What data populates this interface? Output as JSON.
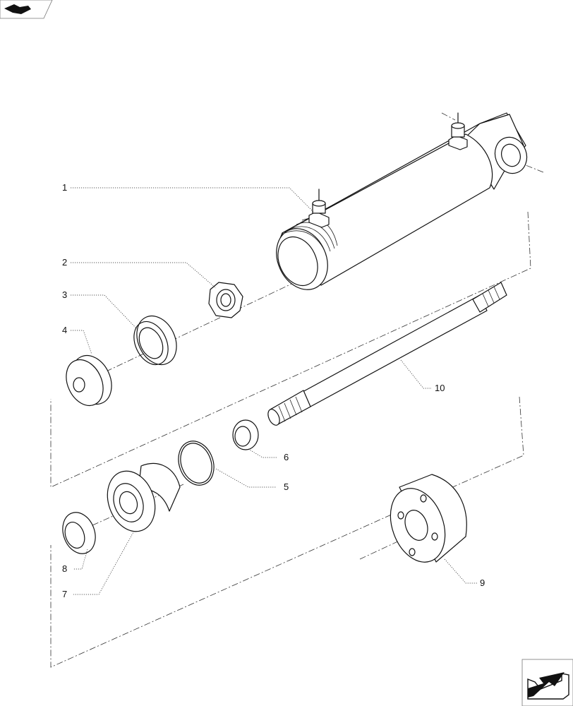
{
  "callouts": {
    "c1": "1",
    "c2": "2",
    "c3": "3",
    "c4": "4",
    "c5": "5",
    "c6": "6",
    "c7": "7",
    "c8": "8",
    "c9": "9",
    "c10": "10"
  },
  "icons": {
    "top": "back-arrow-icon",
    "bottom": "next-page-arrow-icon"
  }
}
